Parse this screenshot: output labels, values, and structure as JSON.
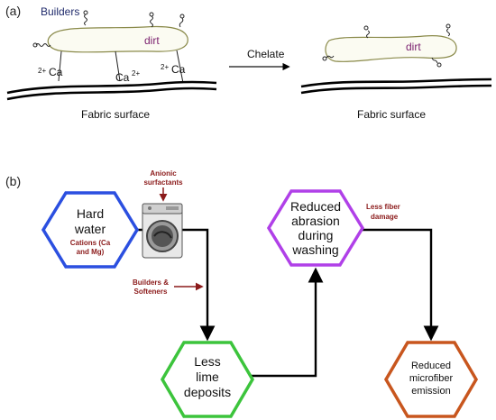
{
  "panel_a": {
    "label": "(a)",
    "builders": "Builders",
    "dirt_left": "dirt",
    "dirt_right": "dirt",
    "ca_left": "Ca",
    "ca_left_sup": "2+",
    "ca_mid": "Ca",
    "ca_mid_sup": "2+",
    "ca_right": "Ca",
    "ca_right_sup": "2+",
    "chelate": "Chelate",
    "fabric_left": "Fabric surface",
    "fabric_right": "Fabric surface"
  },
  "panel_b": {
    "label": "(b)",
    "hard_water_1": "Hard",
    "hard_water_2": "water",
    "cations_1": "Cations (Ca",
    "cations_2": "and Mg)",
    "anionic_1": "Anionic",
    "anionic_2": "surfactants",
    "builders_1": "Builders &",
    "builders_2": "Softeners",
    "less_lime_1": "Less",
    "less_lime_2": "lime",
    "less_lime_3": "deposits",
    "reduced_abrasion_1": "Reduced",
    "reduced_abrasion_2": "abrasion",
    "reduced_abrasion_3": "during",
    "reduced_abrasion_4": "washing",
    "less_fiber_1": "Less fiber",
    "less_fiber_2": "damage",
    "reduced_micro_1": "Reduced",
    "reduced_micro_2": "microfiber",
    "reduced_micro_3": "emission"
  },
  "colors": {
    "hard_water": "#2b4fe0",
    "less_lime": "#3cc43c",
    "reduced_abrasion": "#b040e8",
    "reduced_micro": "#c8561e",
    "dark_red": "#8b1a1a",
    "navy": "#1f2a6b",
    "purple": "#7a1f6e",
    "dirt_outline": "#8a8a4a"
  }
}
